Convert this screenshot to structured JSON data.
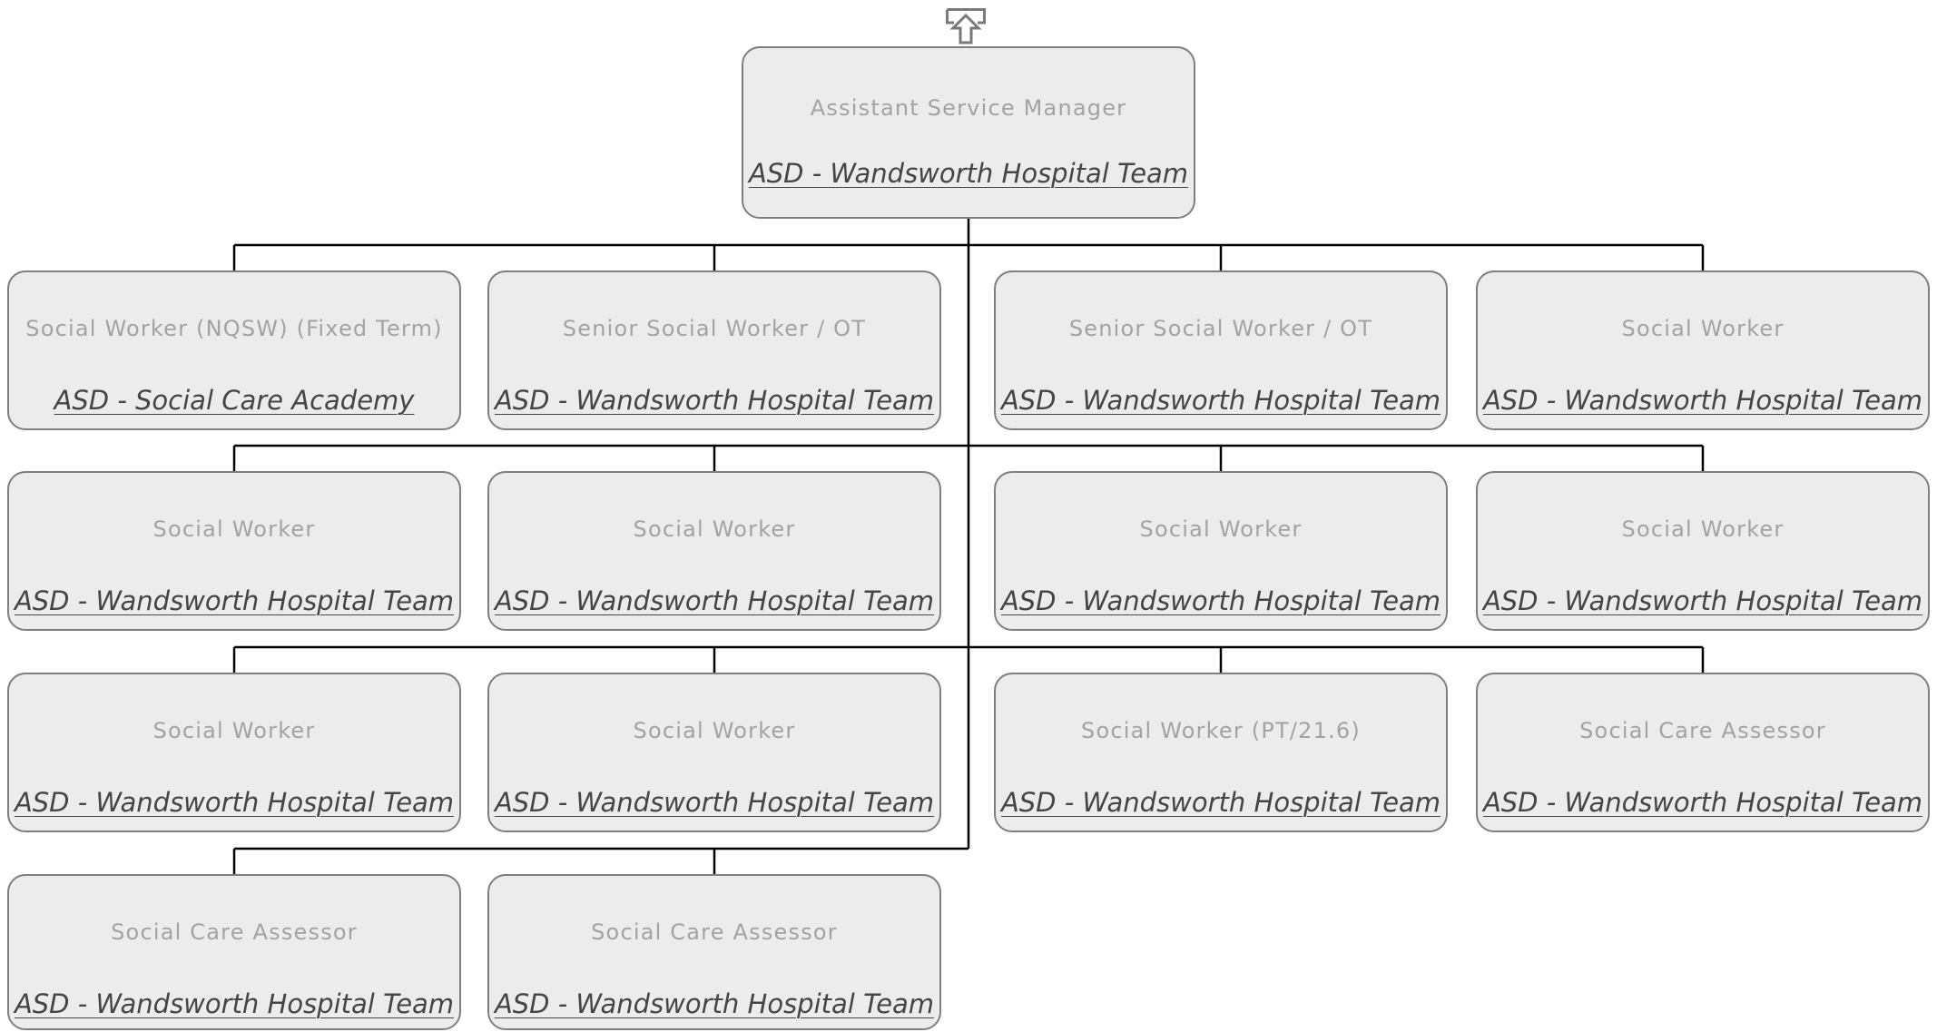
{
  "manager": {
    "title": "Assistant Service Manager",
    "dept": "ASD - Wandsworth Hospital Team"
  },
  "reports": [
    {
      "title": "Social Worker (NQSW) (Fixed Term)",
      "dept": "ASD - Social Care Academy"
    },
    {
      "title": "Senior Social Worker / OT",
      "dept": "ASD - Wandsworth Hospital Team"
    },
    {
      "title": "Senior Social Worker / OT",
      "dept": "ASD - Wandsworth Hospital Team"
    },
    {
      "title": "Social Worker",
      "dept": "ASD - Wandsworth Hospital Team"
    },
    {
      "title": "Social Worker",
      "dept": "ASD - Wandsworth Hospital Team"
    },
    {
      "title": "Social Worker",
      "dept": "ASD - Wandsworth Hospital Team"
    },
    {
      "title": "Social Worker",
      "dept": "ASD - Wandsworth Hospital Team"
    },
    {
      "title": "Social Worker",
      "dept": "ASD - Wandsworth Hospital Team"
    },
    {
      "title": "Social Worker",
      "dept": "ASD - Wandsworth Hospital Team"
    },
    {
      "title": "Social Worker",
      "dept": "ASD - Wandsworth Hospital Team"
    },
    {
      "title": "Social Worker (PT/21.6)",
      "dept": "ASD - Wandsworth Hospital Team"
    },
    {
      "title": "Social Care Assessor",
      "dept": "ASD - Wandsworth Hospital Team"
    },
    {
      "title": "Social Care Assessor",
      "dept": "ASD - Wandsworth Hospital Team"
    },
    {
      "title": "Social Care Assessor",
      "dept": "ASD - Wandsworth Hospital Team"
    }
  ],
  "colors": {
    "node_fill": "#ececec",
    "node_border": "#7f7f7f",
    "title_text": "#a3a3a3",
    "dept_text": "#454545",
    "connector": "#000000"
  },
  "icons": {
    "navigate_up": "up-arrow-icon"
  }
}
